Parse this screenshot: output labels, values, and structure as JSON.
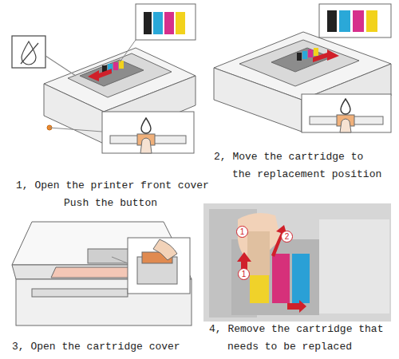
{
  "diagram": {
    "labels": [
      "1, Open the printer front cover",
      "Push the button",
      "2, Move the cartridge to the replacement position",
      "3, Open the cartridge cover",
      "4, Remove the cartridge that needs to be replaced",
      "1",
      "2",
      "1"
    ]
  }
}
